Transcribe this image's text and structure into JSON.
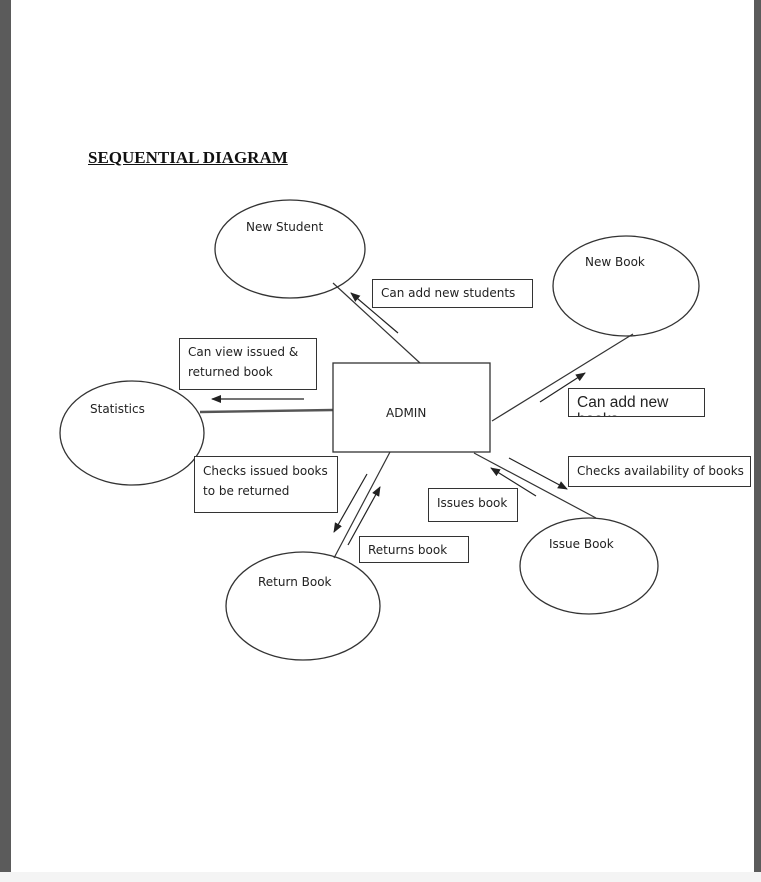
{
  "title": "SEQUENTIAL DIAGRAM",
  "nodes": {
    "admin": "ADMIN",
    "new_student": "New Student",
    "new_book": "New Book",
    "statistics": "Statistics",
    "return_book": "Return Book",
    "issue_book": "Issue Book"
  },
  "edge_labels": {
    "can_add_new_students": "Can add new students",
    "can_view_issued_line1": "Can view issued &",
    "can_view_issued_line2": "returned book",
    "can_add_new_books_line1": "Can add new",
    "can_add_new_books_line2": "books",
    "checks_availability": "Checks availability of books",
    "issues_book": "Issues book",
    "returns_book": "Returns book",
    "checks_issued_line1": "Checks issued books",
    "checks_issued_line2": "to be returned"
  }
}
